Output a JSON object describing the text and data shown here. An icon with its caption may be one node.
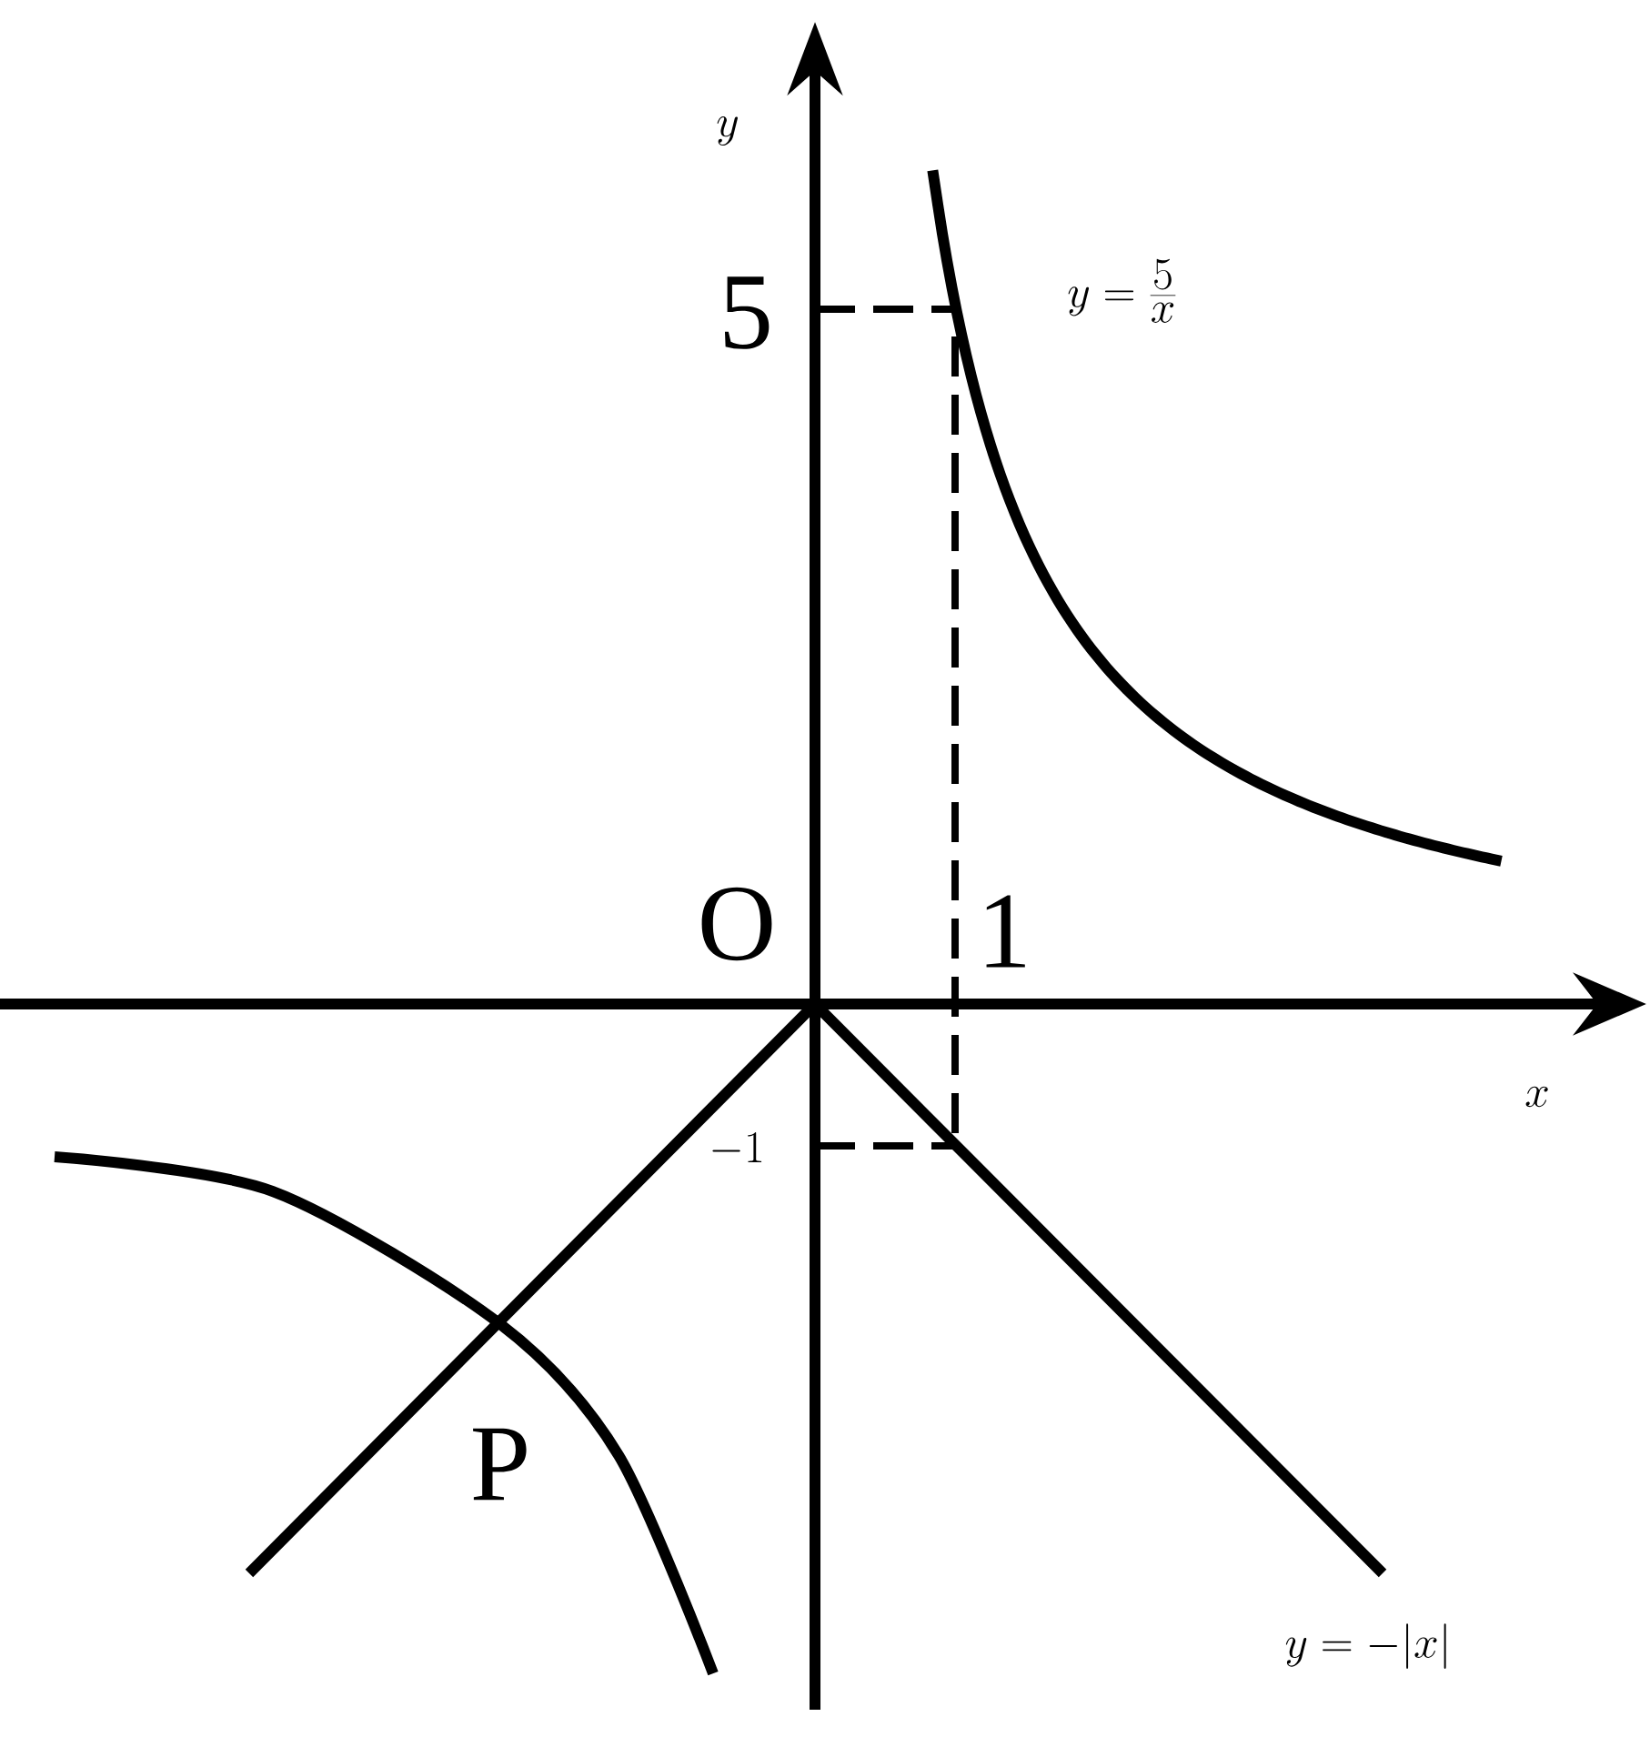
{
  "diagram": {
    "labels": [
      "y",
      "5",
      "y=\\frac{5}{x}",
      "O",
      "1",
      "x",
      "-1",
      "P",
      "y=-|x|"
    ]
  }
}
